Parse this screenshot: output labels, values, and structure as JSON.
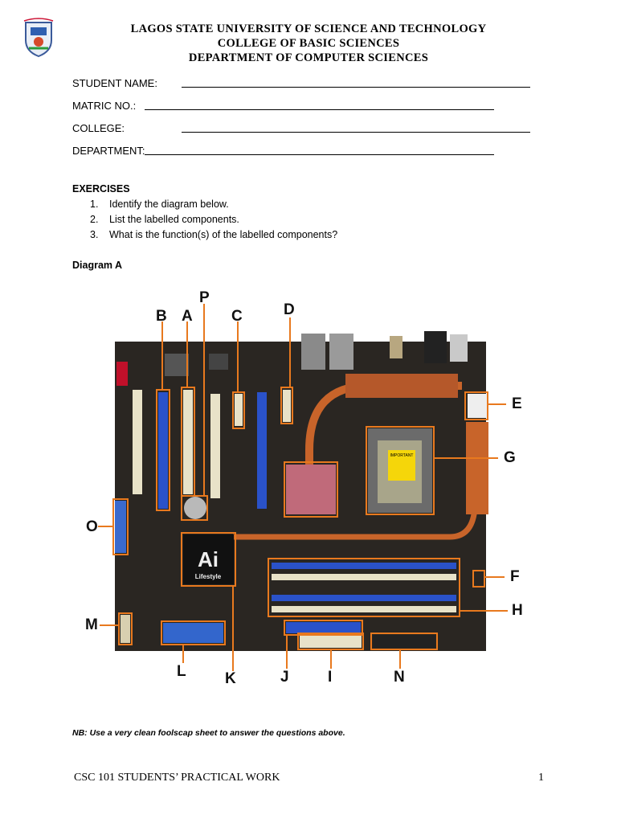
{
  "header": {
    "line1": "LAGOS STATE UNIVERSITY OF SCIENCE AND TECHNOLOGY",
    "line2": "COLLEGE OF BASIC SCIENCES",
    "line3": "DEPARTMENT OF COMPUTER SCIENCES"
  },
  "form": {
    "student_name": "STUDENT NAME:",
    "matric_no": "MATRIC NO.:",
    "college": "COLLEGE:",
    "department": "DEPARTMENT:"
  },
  "exercises": {
    "title": "EXERCISES",
    "items": [
      {
        "num": "1.",
        "text": "Identify the diagram below."
      },
      {
        "num": "2.",
        "text": "List the labelled components."
      },
      {
        "num": "3.",
        "text": "What is the function(s) of the labelled components?"
      }
    ]
  },
  "diagram": {
    "title": "Diagram A",
    "labels": [
      "A",
      "B",
      "C",
      "D",
      "E",
      "F",
      "G",
      "H",
      "I",
      "J",
      "K",
      "L",
      "M",
      "N",
      "O",
      "P"
    ],
    "board_text": {
      "ai_top": "Ai",
      "ai_bottom": "Lifestyle",
      "important": "IMPORTANT"
    }
  },
  "note": "NB: Use a very clean foolscap sheet to answer the questions above.",
  "footer": {
    "left": "CSC 101 STUDENTS’ PRACTICAL WORK",
    "page": "1"
  },
  "colors": {
    "highlight": "#e8791e",
    "board": "#2a2622",
    "pcie": "#2a52c9",
    "heatsink": "#c8642a"
  }
}
